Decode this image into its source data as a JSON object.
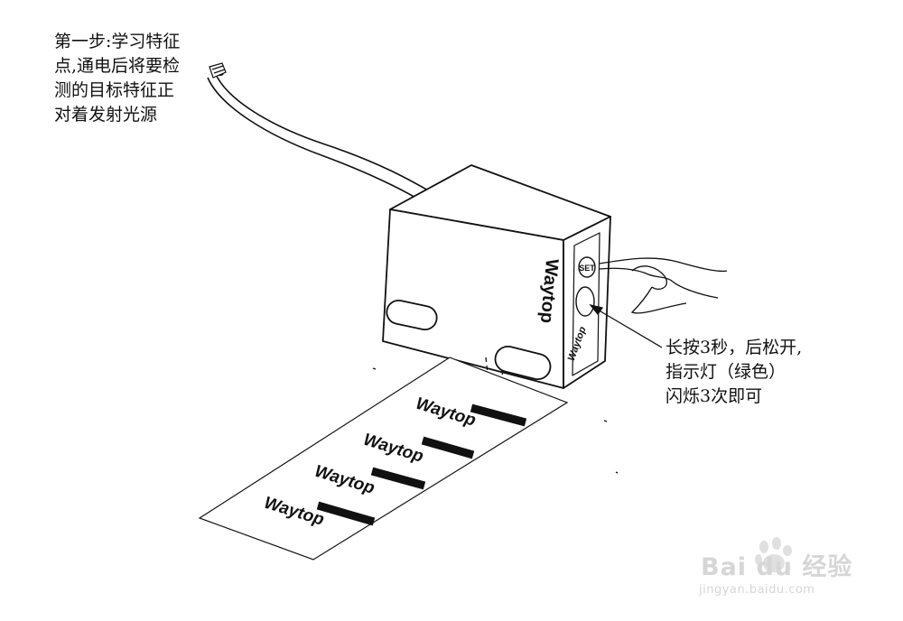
{
  "step_note": {
    "lines": [
      "第一步:学习特征",
      "点,通电后将要检",
      "测的目标特征正",
      "对着发射光源"
    ]
  },
  "hold_note": {
    "lines": [
      "长按3秒，后松开,",
      "指示灯（绿色）",
      "闪烁3次即可"
    ]
  },
  "device": {
    "brand_side": "Waytop",
    "brand_front": "Waytop",
    "button_label": "SET"
  },
  "label_strip": {
    "items": [
      "Waytop",
      "Waytop",
      "Waytop",
      "Waytop"
    ]
  },
  "watermark": {
    "logo": "Bai du 经验",
    "url": "jingyan.baidu.com"
  }
}
